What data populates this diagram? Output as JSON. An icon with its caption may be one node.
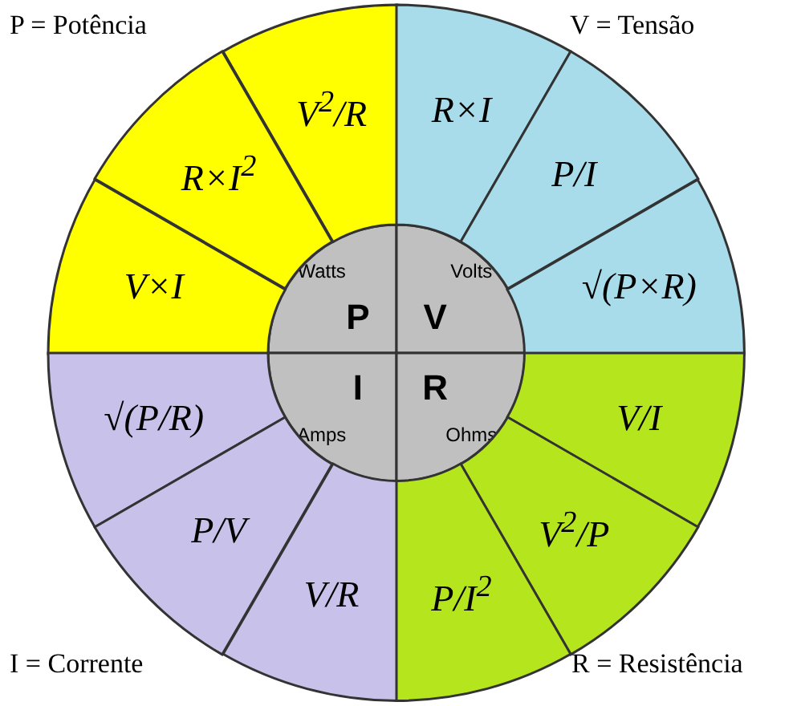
{
  "diagram": {
    "nodes": [
      {
        "text": [
          "Watts",
          "P"
        ]
      },
      {
        "text": [
          "Volts",
          "V"
        ]
      },
      {
        "text": [
          "I",
          "Amps"
        ]
      },
      {
        "text": [
          "R",
          "Ohms"
        ]
      },
      {
        "text": [
          "V$^{2}$/R"
        ]
      },
      {
        "text": [
          "R×I$^{2}$"
        ]
      },
      {
        "text": [
          "V×I"
        ]
      },
      {
        "text": [
          "R×I"
        ]
      },
      {
        "text": [
          "P/I"
        ]
      },
      {
        "text": [
          "√(P×R)"
        ]
      },
      {
        "text": [
          "√(P/R)"
        ]
      },
      {
        "text": [
          "P/V"
        ]
      },
      {
        "text": [
          "V/R"
        ]
      },
      {
        "text": [
          "V/I"
        ]
      },
      {
        "text": [
          "V$^{2}$/P"
        ]
      },
      {
        "text": [
          "P/I$^{2}$"
        ]
      }
    ],
    "labels": [
      "P = Potência",
      "V = Tensão",
      "I = Corrente",
      "R = Resistência"
    ]
  }
}
